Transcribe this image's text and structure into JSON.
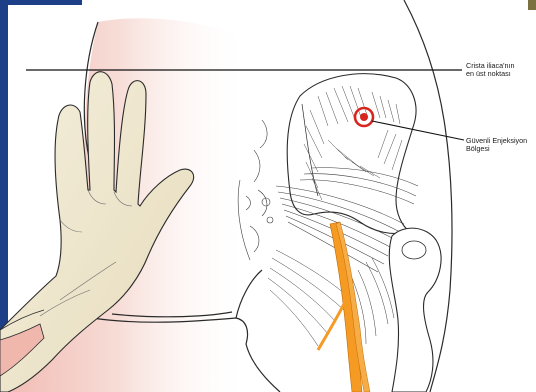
{
  "labels": {
    "crista_line1": "Crista iliaca'nın",
    "crista_line2": "en üst noktası",
    "injection_line1": "Güvenli Enjeksiyon",
    "injection_line2": "Bölgesi"
  },
  "colors": {
    "frame_blue": "#1c3f87",
    "skin_pink": "#f3c9c2",
    "glove": "#efe8cf",
    "nerve_orange": "#f59a23",
    "target_red": "#d8261e",
    "outline": "#2a2a2a"
  }
}
